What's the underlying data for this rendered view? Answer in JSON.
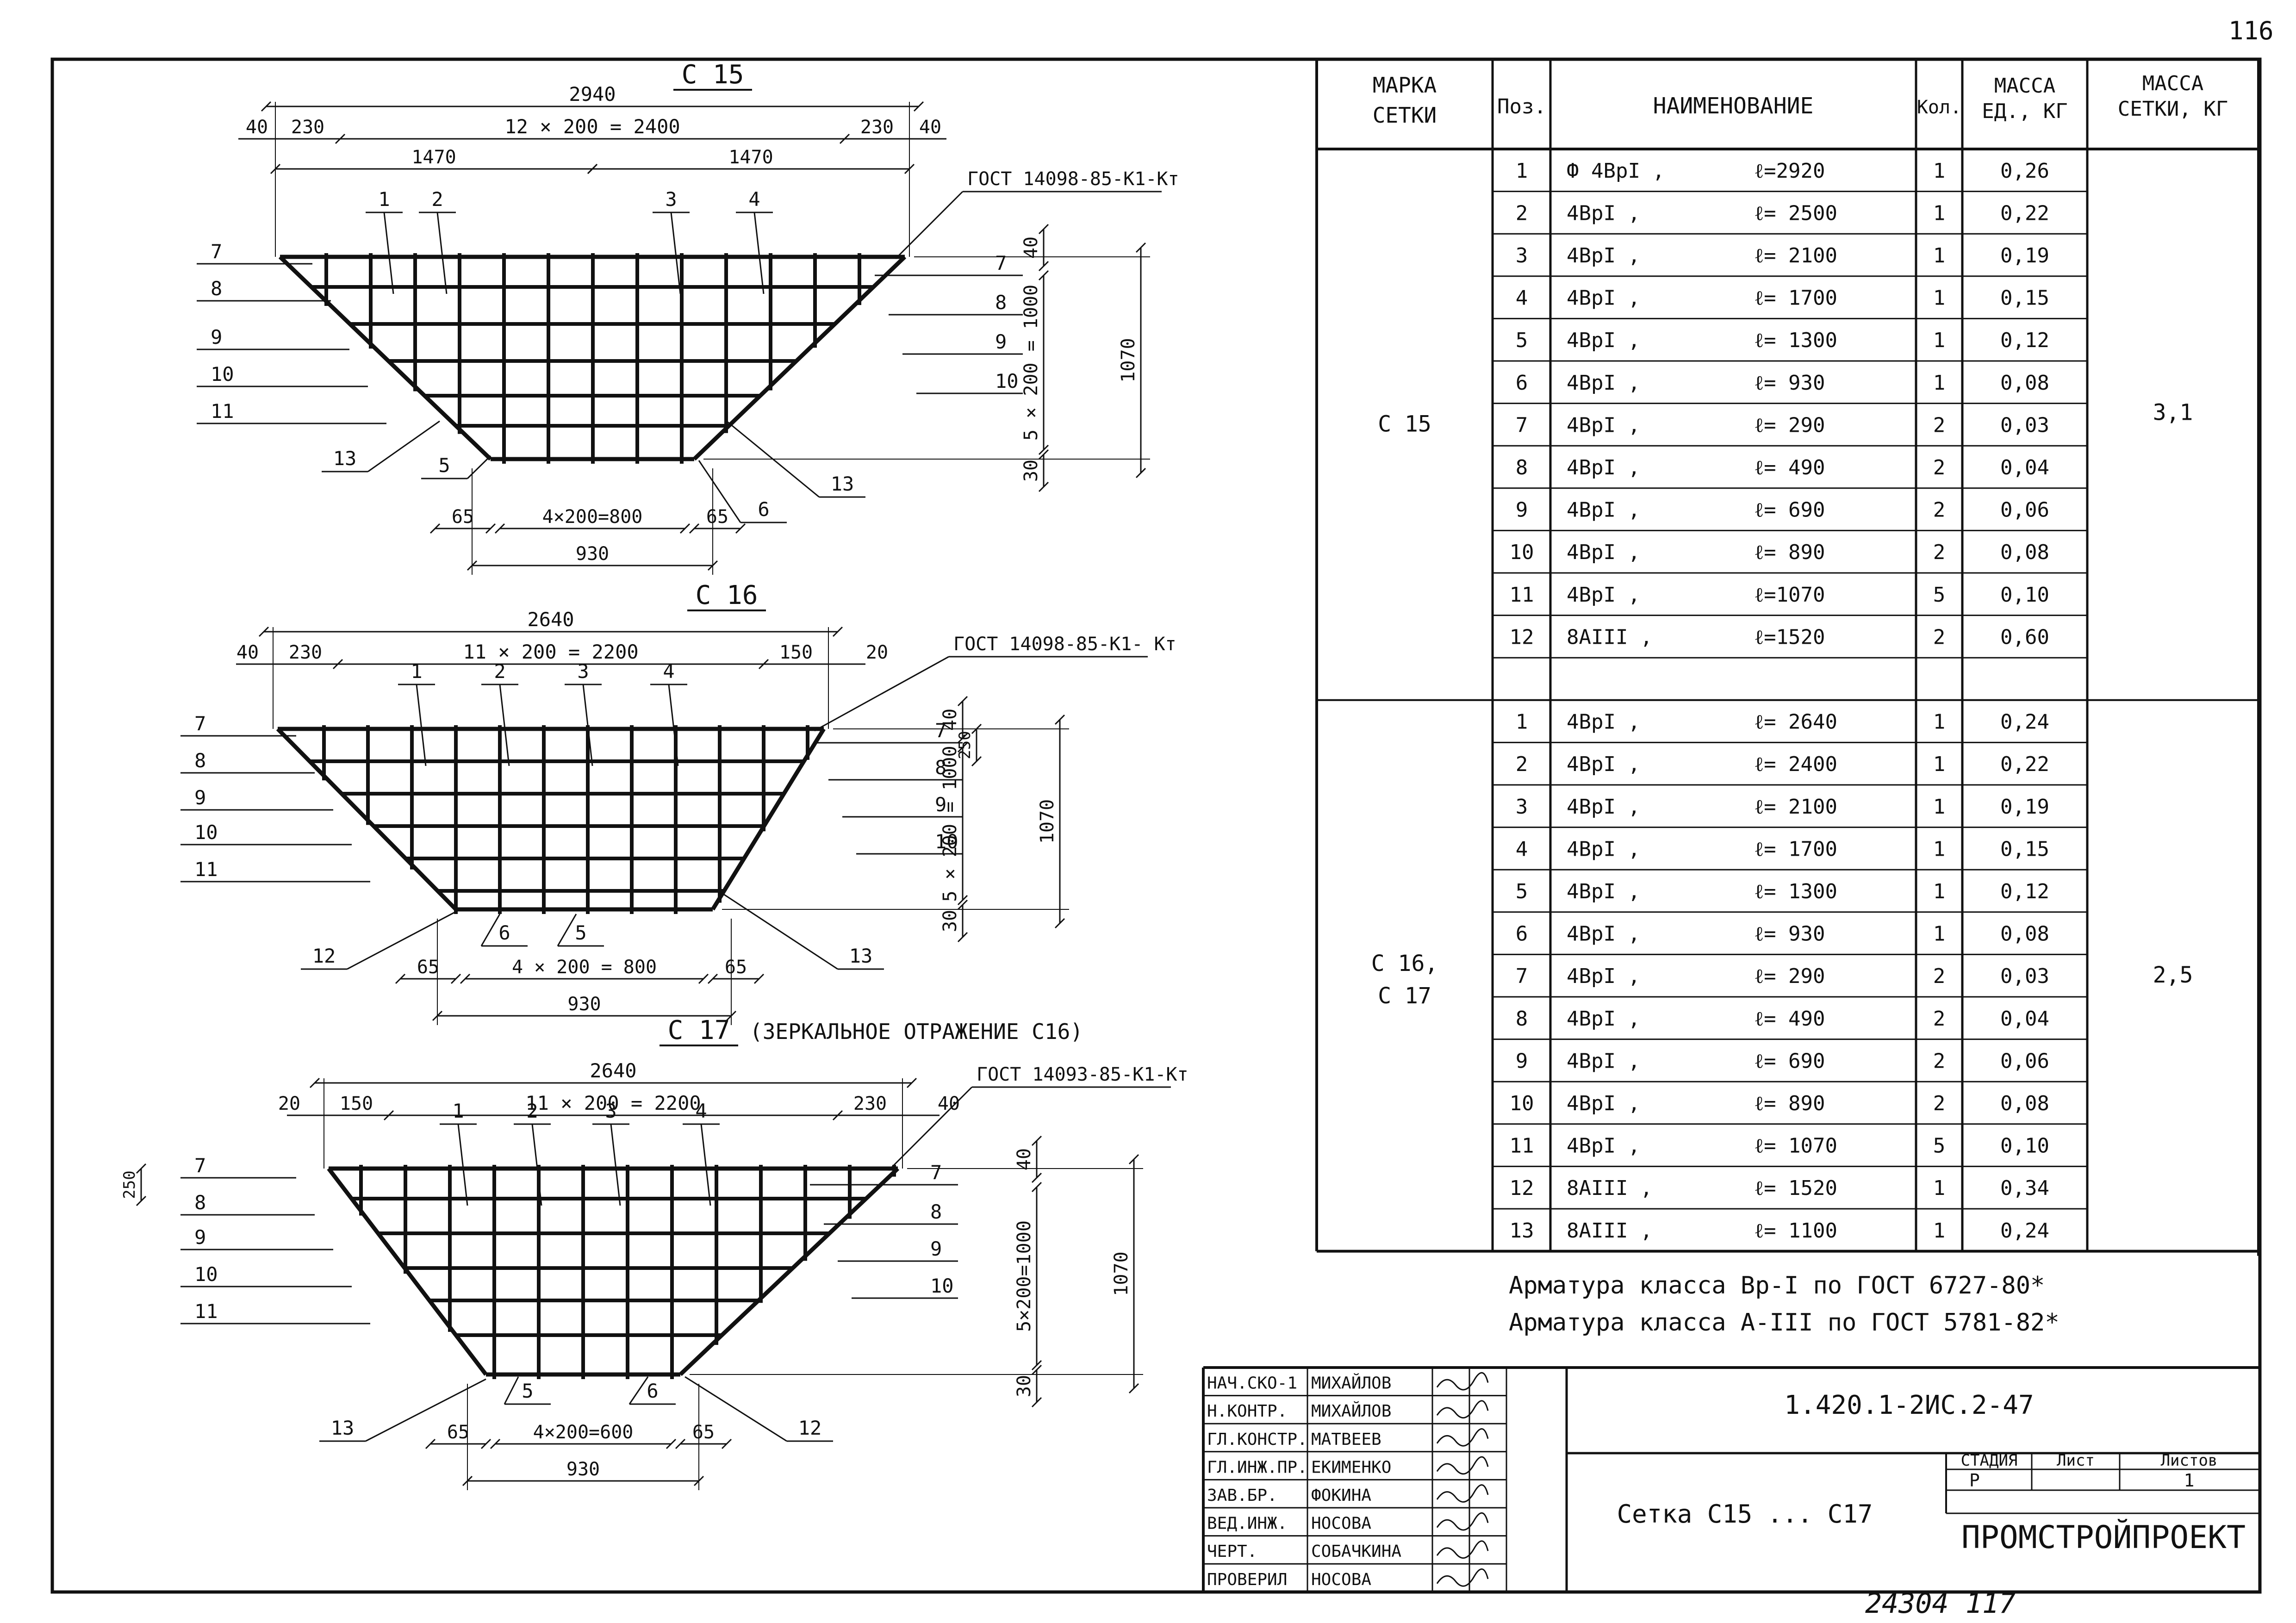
{
  "page_number": "116",
  "stamp_number": "24304 117",
  "drawings": {
    "c15": {
      "title": "С 15",
      "dims": {
        "overall": "2940",
        "left_end": "40",
        "left_off": "230",
        "mid": "12 × 200 = 2400",
        "right_off": "230",
        "right_end": "40",
        "half_l": "1470",
        "half_r": "1470",
        "top40": "40",
        "height": "5 × 200 = 1000",
        "total_h": "1070",
        "bot30": "30",
        "b65l": "65",
        "bmid": "4×200=800",
        "b65r": "65",
        "b930": "930"
      },
      "gost": "ГОСТ 14098-85-К1-Кт",
      "pos_top": [
        "1",
        "2",
        "3",
        "4"
      ],
      "pos_left": [
        "7",
        "8",
        "9",
        "10",
        "11"
      ],
      "pos_right": [
        "7",
        "8",
        "9",
        "10"
      ],
      "pos_bottom": [
        "13",
        "5",
        "6",
        "13"
      ]
    },
    "c16": {
      "title": "С 16",
      "dims": {
        "overall": "2640",
        "left_end": "40",
        "left_off": "230",
        "mid": "11 × 200 = 2200",
        "right_off": "150",
        "right_end": "20",
        "top40": "40",
        "d250": "250",
        "height": "5 × 200 = 1000",
        "total_h": "1070",
        "bot30": "30",
        "b65l": "65",
        "bmid": "4 × 200 = 800",
        "b65r": "65",
        "b930": "930"
      },
      "gost": "ГОСТ 14098-85-К1- Кт",
      "pos_top": [
        "1",
        "2",
        "3",
        "4"
      ],
      "pos_left": [
        "7",
        "8",
        "9",
        "10",
        "11"
      ],
      "pos_right": [
        "7",
        "8",
        "9",
        "10"
      ],
      "pos_bottom": [
        "12",
        "6",
        "5",
        "13"
      ]
    },
    "c17": {
      "title": "С 17",
      "subtitle": "(ЗЕРКАЛЬНОЕ ОТРАЖЕНИЕ С16)",
      "dims": {
        "overall": "2640",
        "left_end": "20",
        "left_off": "150",
        "mid": "11 × 200 = 2200",
        "right_off": "230",
        "right_end": "40",
        "top40": "40",
        "d250": "250",
        "height": "5×200=1000",
        "total_h": "1070",
        "bot30": "30",
        "b65l": "65",
        "bmid": "4×200=600",
        "b65r": "65",
        "b930": "930"
      },
      "gost": "ГОСТ 14093-85-К1-Кт",
      "pos_top": [
        "1",
        "2",
        "3",
        "4"
      ],
      "pos_left": [
        "7",
        "8",
        "9",
        "10",
        "11"
      ],
      "pos_right": [
        "7",
        "8",
        "9",
        "10"
      ],
      "pos_bottom": [
        "13",
        "5",
        "6",
        "12"
      ]
    }
  },
  "spec_table": {
    "headers": {
      "mark": [
        "МАРКА",
        "СЕТКИ"
      ],
      "pos": "Поз.",
      "name": "НАИМЕНОВАНИЕ",
      "qty": "Кол.",
      "mass_unit": [
        "МАССА",
        "ЕД., КГ"
      ],
      "mass_total": [
        "МАССА",
        "СЕТКИ, КГ"
      ]
    },
    "groups": [
      {
        "mark": "С 15",
        "mass_total": "3,1",
        "rows": [
          {
            "pos": "1",
            "name": "Ф 4ВрI ,",
            "len": "ℓ=2920",
            "qty": "1",
            "mass": "0,26"
          },
          {
            "pos": "2",
            "name": "4ВрI ,",
            "len": "ℓ= 2500",
            "qty": "1",
            "mass": "0,22"
          },
          {
            "pos": "3",
            "name": "4ВрI ,",
            "len": "ℓ= 2100",
            "qty": "1",
            "mass": "0,19"
          },
          {
            "pos": "4",
            "name": "4ВрI ,",
            "len": "ℓ= 1700",
            "qty": "1",
            "mass": "0,15"
          },
          {
            "pos": "5",
            "name": "4ВрI ,",
            "len": "ℓ= 1300",
            "qty": "1",
            "mass": "0,12"
          },
          {
            "pos": "6",
            "name": "4ВрI ,",
            "len": "ℓ= 930",
            "qty": "1",
            "mass": "0,08"
          },
          {
            "pos": "7",
            "name": "4ВрI ,",
            "len": "ℓ= 290",
            "qty": "2",
            "mass": "0,03"
          },
          {
            "pos": "8",
            "name": "4ВрI ,",
            "len": "ℓ= 490",
            "qty": "2",
            "mass": "0,04"
          },
          {
            "pos": "9",
            "name": "4ВрI ,",
            "len": "ℓ= 690",
            "qty": "2",
            "mass": "0,06"
          },
          {
            "pos": "10",
            "name": "4ВрI ,",
            "len": "ℓ= 890",
            "qty": "2",
            "mass": "0,08"
          },
          {
            "pos": "11",
            "name": "4ВрI ,",
            "len": "ℓ=1070",
            "qty": "5",
            "mass": "0,10"
          },
          {
            "pos": "12",
            "name": "8АIII ,",
            "len": "ℓ=1520",
            "qty": "2",
            "mass": "0,60"
          },
          {
            "pos": "",
            "name": "",
            "len": "",
            "qty": "",
            "mass": ""
          }
        ]
      },
      {
        "mark": "С 16,",
        "mark2": "С 17",
        "mass_total": "2,5",
        "rows": [
          {
            "pos": "1",
            "name": "4ВрI ,",
            "len": "ℓ= 2640",
            "qty": "1",
            "mass": "0,24"
          },
          {
            "pos": "2",
            "name": "4ВрI ,",
            "len": "ℓ= 2400",
            "qty": "1",
            "mass": "0,22"
          },
          {
            "pos": "3",
            "name": "4ВрI ,",
            "len": "ℓ= 2100",
            "qty": "1",
            "mass": "0,19"
          },
          {
            "pos": "4",
            "name": "4ВрI ,",
            "len": "ℓ= 1700",
            "qty": "1",
            "mass": "0,15"
          },
          {
            "pos": "5",
            "name": "4ВрI ,",
            "len": "ℓ= 1300",
            "qty": "1",
            "mass": "0,12"
          },
          {
            "pos": "6",
            "name": "4ВрI ,",
            "len": "ℓ= 930",
            "qty": "1",
            "mass": "0,08"
          },
          {
            "pos": "7",
            "name": "4ВрI ,",
            "len": "ℓ= 290",
            "qty": "2",
            "mass": "0,03"
          },
          {
            "pos": "8",
            "name": "4ВрI ,",
            "len": "ℓ= 490",
            "qty": "2",
            "mass": "0,04"
          },
          {
            "pos": "9",
            "name": "4ВрI ,",
            "len": "ℓ= 690",
            "qty": "2",
            "mass": "0,06"
          },
          {
            "pos": "10",
            "name": "4ВрI ,",
            "len": "ℓ= 890",
            "qty": "2",
            "mass": "0,08"
          },
          {
            "pos": "11",
            "name": "4ВрI ,",
            "len": "ℓ= 1070",
            "qty": "5",
            "mass": "0,10"
          },
          {
            "pos": "12",
            "name": "8АIII ,",
            "len": "ℓ= 1520",
            "qty": "1",
            "mass": "0,34"
          },
          {
            "pos": "13",
            "name": "8АIII ,",
            "len": "ℓ= 1100",
            "qty": "1",
            "mass": "0,24"
          }
        ]
      }
    ]
  },
  "notes": [
    "Арматура класса Вр-I по ГОСТ 6727-80*",
    "Арматура класса А-III по ГОСТ 5781-82*"
  ],
  "title_block": {
    "doc_code": "1.420.1-2ИС.2-47",
    "sheet_title": "Сетка С15 ... С17",
    "stage_label": "СТАДИЯ",
    "sheet_label": "Лист",
    "sheets_label": "Листов",
    "stage": "Р",
    "sheets": "1",
    "org": "ПРОМСТРОЙПРОЕКТ",
    "staff": [
      {
        "role": "НАЧ.СКО-1",
        "name": "МИХАЙЛОВ"
      },
      {
        "role": "Н.КОНТР.",
        "name": "МИХАЙЛОВ"
      },
      {
        "role": "ГЛ.КОНСТР.",
        "name": "МАТВЕЕВ"
      },
      {
        "role": "ГЛ.ИНЖ.ПР.",
        "name": "ЕКИМЕНКО"
      },
      {
        "role": "ЗАВ.БР.",
        "name": "ФОКИНА"
      },
      {
        "role": "ВЕД.ИНЖ.",
        "name": "НОСОВА"
      },
      {
        "role": "ЧЕРТ.",
        "name": "СОБАЧКИНА"
      },
      {
        "role": "ПРОВЕРИЛ",
        "name": "НОСОВА"
      }
    ]
  }
}
